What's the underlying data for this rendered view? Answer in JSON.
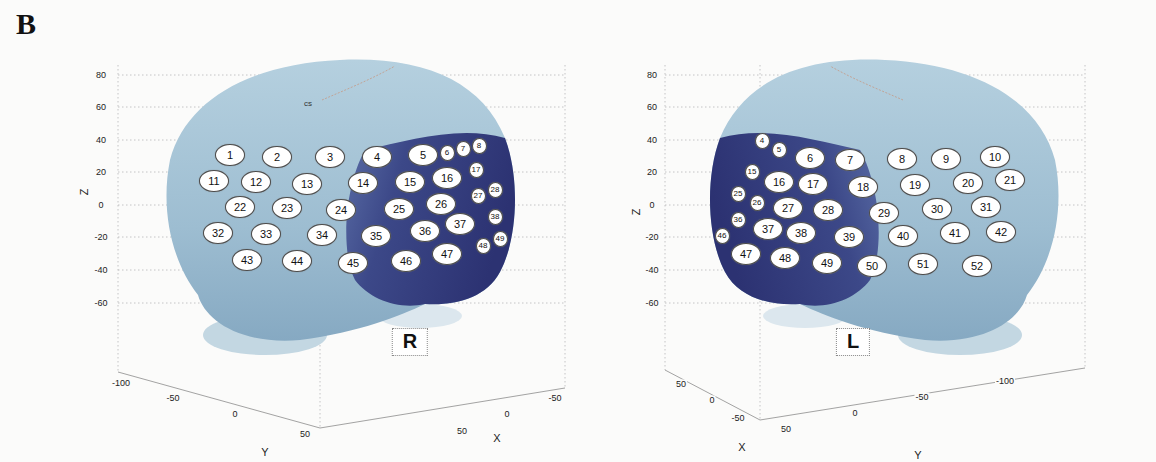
{
  "diagram": {
    "nodes": [
      {
        "text": [
          "1"
        ]
      },
      {
        "text": [
          "2"
        ]
      },
      {
        "text": [
          "3"
        ]
      },
      {
        "text": [
          "4"
        ]
      },
      {
        "text": [
          "5"
        ]
      },
      {
        "text": [
          "6"
        ]
      },
      {
        "text": [
          "7"
        ]
      },
      {
        "text": [
          "8"
        ]
      },
      {
        "text": [
          "11"
        ]
      },
      {
        "text": [
          "12"
        ]
      },
      {
        "text": [
          "13"
        ]
      },
      {
        "text": [
          "14"
        ]
      },
      {
        "text": [
          "15"
        ]
      },
      {
        "text": [
          "16"
        ]
      },
      {
        "text": [
          "17"
        ]
      },
      {
        "text": [
          "22"
        ]
      },
      {
        "text": [
          "23"
        ]
      },
      {
        "text": [
          "24"
        ]
      },
      {
        "text": [
          "25"
        ]
      },
      {
        "text": [
          "26"
        ]
      },
      {
        "text": [
          "27"
        ]
      },
      {
        "text": [
          "28"
        ]
      },
      {
        "text": [
          "32"
        ]
      },
      {
        "text": [
          "33"
        ]
      },
      {
        "text": [
          "34"
        ]
      },
      {
        "text": [
          "35"
        ]
      },
      {
        "text": [
          "36"
        ]
      },
      {
        "text": [
          "37"
        ]
      },
      {
        "text": [
          "38"
        ]
      },
      {
        "text": [
          "43"
        ]
      },
      {
        "text": [
          "44"
        ]
      },
      {
        "text": [
          "45"
        ]
      },
      {
        "text": [
          "46"
        ]
      },
      {
        "text": [
          "47"
        ]
      },
      {
        "text": [
          "48"
        ]
      },
      {
        "text": [
          "49"
        ]
      },
      {
        "text": [
          "4"
        ]
      },
      {
        "text": [
          "5"
        ]
      },
      {
        "text": [
          "6"
        ]
      },
      {
        "text": [
          "7"
        ]
      },
      {
        "text": [
          "8"
        ]
      },
      {
        "text": [
          "9"
        ]
      },
      {
        "text": [
          "10"
        ]
      },
      {
        "text": [
          "15"
        ]
      },
      {
        "text": [
          "16"
        ]
      },
      {
        "text": [
          "17"
        ]
      },
      {
        "text": [
          "18"
        ]
      },
      {
        "text": [
          "19"
        ]
      },
      {
        "text": [
          "20"
        ]
      },
      {
        "text": [
          "21"
        ]
      },
      {
        "text": [
          "25"
        ]
      },
      {
        "text": [
          "26"
        ]
      },
      {
        "text": [
          "27"
        ]
      },
      {
        "text": [
          "28"
        ]
      },
      {
        "text": [
          "29"
        ]
      },
      {
        "text": [
          "30"
        ]
      },
      {
        "text": [
          "31"
        ]
      },
      {
        "text": [
          "36"
        ]
      },
      {
        "text": [
          "37"
        ]
      },
      {
        "text": [
          "38"
        ]
      },
      {
        "text": [
          "39"
        ]
      },
      {
        "text": [
          "40"
        ]
      },
      {
        "text": [
          "41"
        ]
      },
      {
        "text": [
          "42"
        ]
      },
      {
        "text": [
          "46"
        ]
      },
      {
        "text": [
          "47"
        ]
      },
      {
        "text": [
          "48"
        ]
      },
      {
        "text": [
          "49"
        ]
      },
      {
        "text": [
          "50"
        ]
      },
      {
        "text": [
          "51"
        ]
      },
      {
        "text": [
          "52"
        ]
      }
    ],
    "labels": [
      "B",
      "80",
      "60",
      "40",
      "20",
      "0",
      "-20",
      "-40",
      "-60",
      "Z",
      "cs",
      "R",
      "-100",
      "-50",
      "0",
      "50",
      "Y",
      "-50",
      "0",
      "50",
      "X",
      "80",
      "60",
      "40",
      "20",
      "0",
      "-20",
      "-40",
      "-60",
      "Z",
      "L",
      "50",
      "0",
      "-50",
      "X",
      "50",
      "0",
      "-50",
      "-100",
      "Y"
    ]
  }
}
